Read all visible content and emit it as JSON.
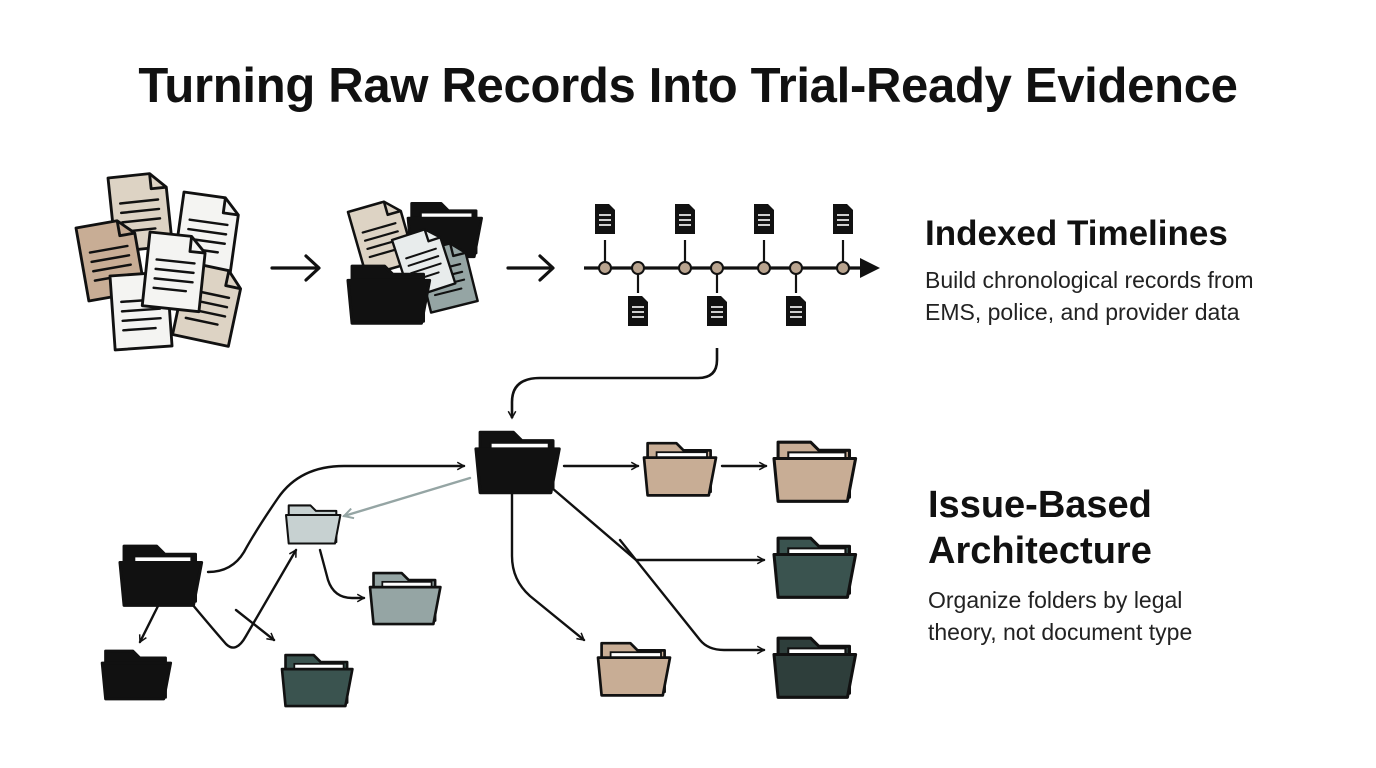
{
  "title": "Turning Raw Records Into Trial-Ready Evidence",
  "panels": {
    "timelines": {
      "heading": "Indexed Timelines",
      "description_lines": [
        "Build chronological records from",
        "EMS, police, and provider data"
      ]
    },
    "issue_based": {
      "heading_lines": [
        "Issue-Based",
        "Architecture"
      ],
      "description_lines": [
        "Organize folders by legal",
        "theory, not document type"
      ]
    }
  },
  "colors": {
    "ink": "#111111",
    "tan": "#c8ad95",
    "tan_light": "#ddd3c4",
    "paper": "#f4f4f2",
    "teal_dark": "#3a534f",
    "gray_blue": "#95a5a4",
    "gray_light": "#c7d1d1",
    "timeline_node": "#b9a48f",
    "gray_arrow": "#95a5a4"
  },
  "icons": {
    "document": "document-icon",
    "folder": "folder-icon",
    "arrow": "arrow-icon"
  }
}
